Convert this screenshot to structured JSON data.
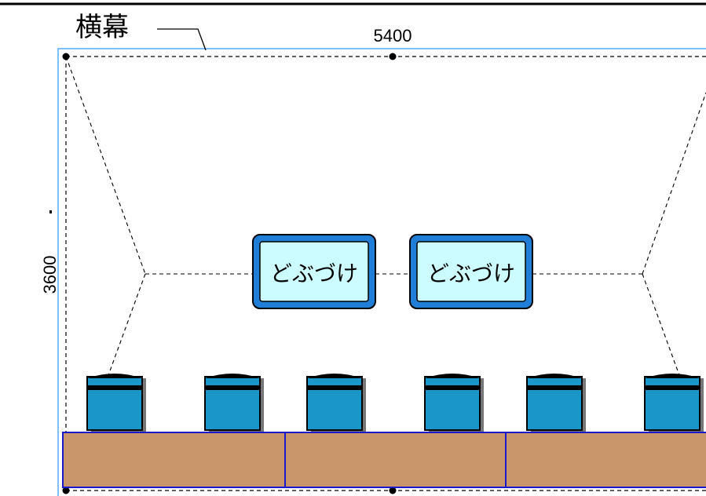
{
  "banner_label": "横幕",
  "width_dimension": "5400",
  "height_dimension": "3600",
  "signs": [
    {
      "label": "どぶづけ"
    },
    {
      "label": "どぶづけ"
    }
  ],
  "bins_count": 6,
  "platform_segments": 3,
  "colors": {
    "frame": "#55aaff",
    "sign_border": "#1f7fd6",
    "sign_fill": "#ccfcff",
    "bin_fill": "#1a96c8",
    "platform_fill": "#c8966a",
    "platform_border": "#1a1acc"
  }
}
